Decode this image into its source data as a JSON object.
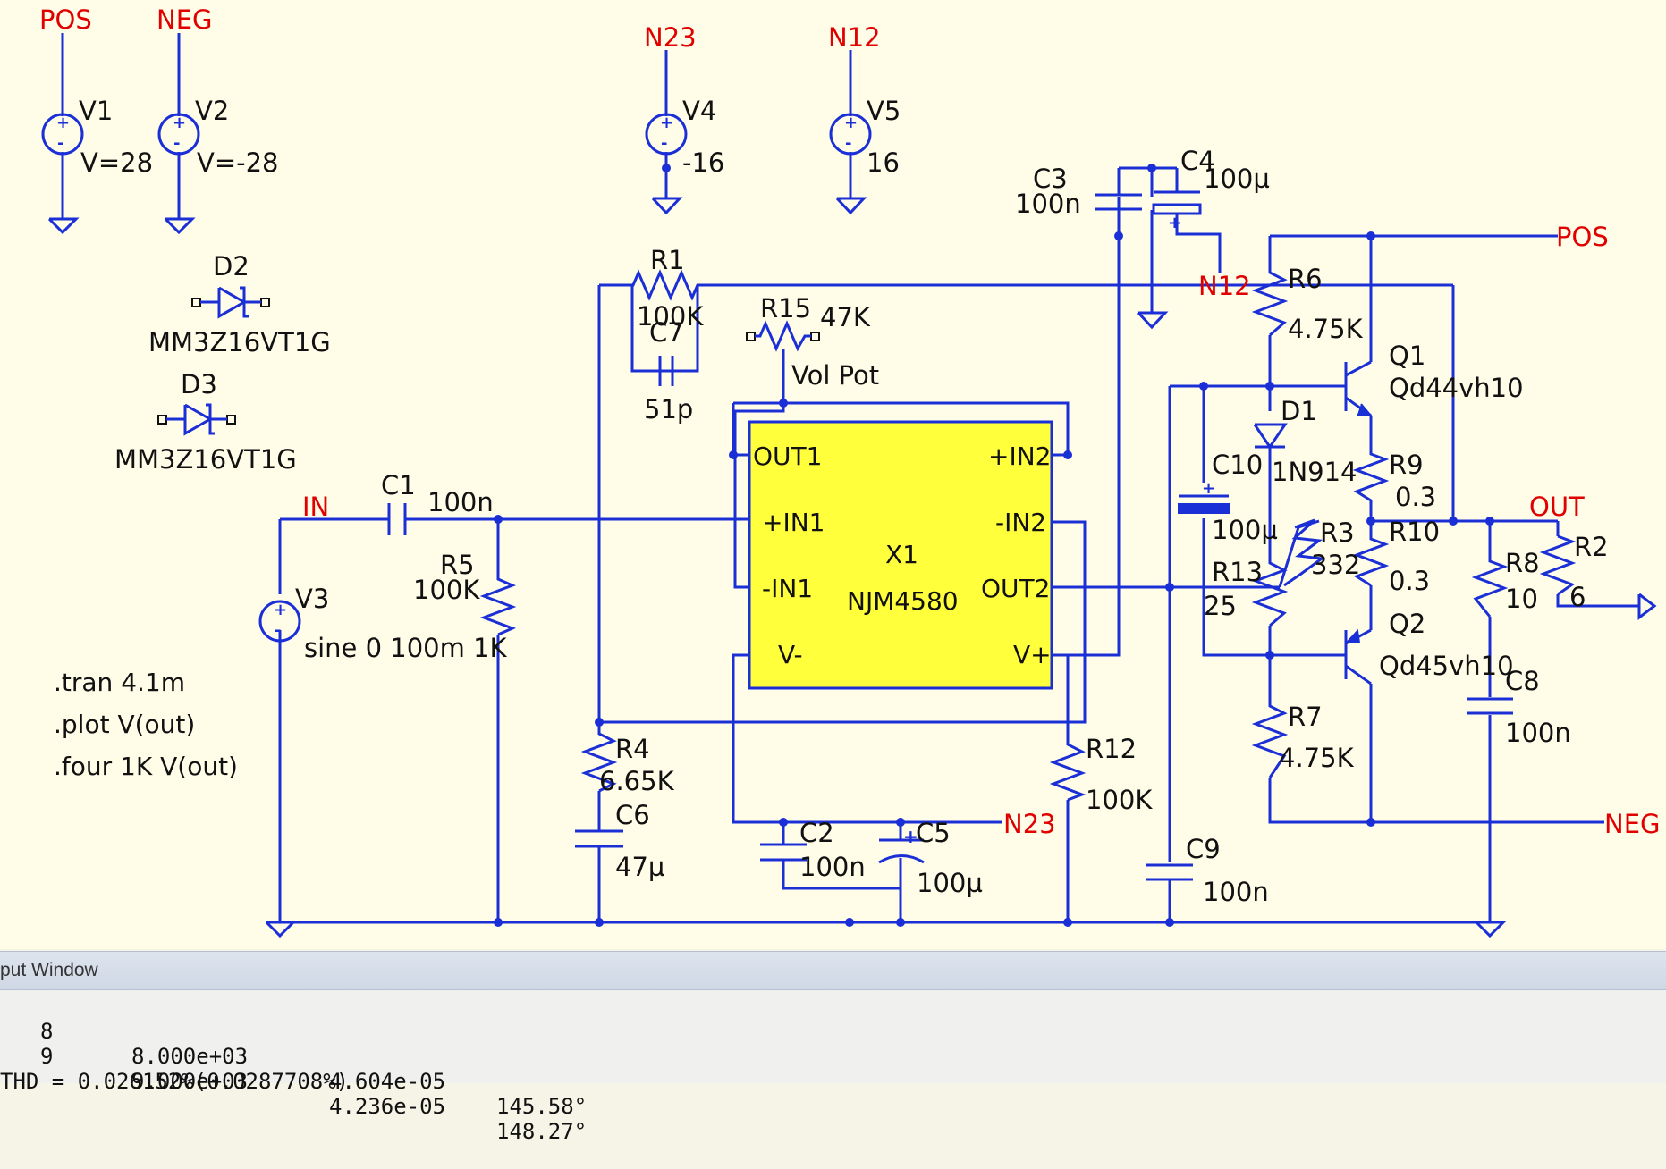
{
  "colors": {
    "wire": "#1b2fd6",
    "net_label": "#e00000",
    "ic_fill": "#ffff3b",
    "background": "#fffce8"
  },
  "nets": {
    "pos_top": "POS",
    "neg_top": "NEG",
    "n23_top": "N23",
    "n12_top": "N12",
    "in": "IN",
    "pos_right": "POS",
    "n12_mid": "N12",
    "out": "OUT",
    "n23_bottom": "N23",
    "neg_right": "NEG"
  },
  "components": {
    "V1": {
      "name": "V1",
      "value": "V=28"
    },
    "V2": {
      "name": "V2",
      "value": "V=-28"
    },
    "V3": {
      "name": "V3",
      "value": "sine 0 100m 1K"
    },
    "V4": {
      "name": "V4",
      "value": "-16"
    },
    "V5": {
      "name": "V5",
      "value": "16"
    },
    "D1": {
      "name": "D1",
      "value": "1N914"
    },
    "D2": {
      "name": "D2",
      "value": "MM3Z16VT1G"
    },
    "D3": {
      "name": "D3",
      "value": "MM3Z16VT1G"
    },
    "R1": {
      "name": "R1",
      "value": "100K"
    },
    "R2": {
      "name": "R2",
      "value": "6"
    },
    "R3": {
      "name": "R3",
      "value": "332"
    },
    "R4": {
      "name": "R4",
      "value": "6.65K"
    },
    "R5": {
      "name": "R5",
      "value": "100K"
    },
    "R6": {
      "name": "R6",
      "value": "4.75K"
    },
    "R7": {
      "name": "R7",
      "value": "4.75K"
    },
    "R8": {
      "name": "R8",
      "value": "10"
    },
    "R9": {
      "name": "R9",
      "value": "0.3"
    },
    "R10": {
      "name": "R10",
      "value": "0.3"
    },
    "R12": {
      "name": "R12",
      "value": "100K"
    },
    "R13": {
      "name": "R13",
      "value": "25"
    },
    "R15": {
      "name": "R15",
      "value": "47K",
      "extra": "Vol Pot"
    },
    "C1": {
      "name": "C1",
      "value": "100n"
    },
    "C2": {
      "name": "C2",
      "value": "100n"
    },
    "C3": {
      "name": "C3",
      "value": "100n"
    },
    "C4": {
      "name": "C4",
      "value": "100µ"
    },
    "C5": {
      "name": "C5",
      "value": "100µ"
    },
    "C6": {
      "name": "C6",
      "value": "47µ"
    },
    "C7": {
      "name": "C7",
      "value": "51p"
    },
    "C8": {
      "name": "C8",
      "value": "100n"
    },
    "C9": {
      "name": "C9",
      "value": "100n"
    },
    "C10": {
      "name": "C10",
      "value": "100µ"
    },
    "Q1": {
      "name": "Q1",
      "value": "Qd44vh10"
    },
    "Q2": {
      "name": "Q2",
      "value": "Qd45vh10"
    }
  },
  "opamp": {
    "ref": "X1",
    "part": "NJM4580",
    "pins": {
      "out1": "OUT1",
      "in1p": "+IN1",
      "in1n": "-IN1",
      "vneg": "V-",
      "in2p": "+IN2",
      "in2n": "-IN2",
      "out2": "OUT2",
      "vpos": "V+"
    }
  },
  "directives": [
    ".tran 4.1m",
    ".plot V(out)",
    ".four 1K V(out)"
  ],
  "output_window": {
    "title": "put Window",
    "rows": [
      {
        "harmonic": "8",
        "frequency": "8.000e+03",
        "magnitude": "4.604e-05",
        "phase": "145.58°"
      },
      {
        "harmonic": "9",
        "frequency": "9.000e+03",
        "magnitude": "4.236e-05",
        "phase": "148.27°"
      }
    ],
    "thd": "THD = 0.026152%(0.0287708%)"
  }
}
